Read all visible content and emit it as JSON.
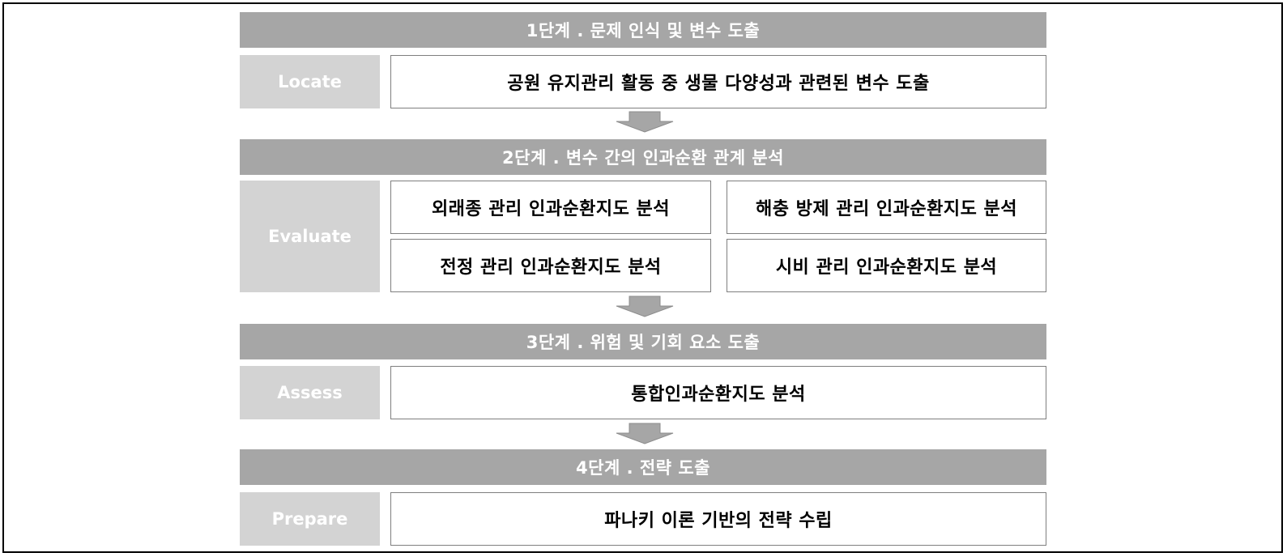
{
  "stages": [
    {
      "header": "1단계 . 문제 인식 및 변수 도출",
      "label": "Locate",
      "boxes": [
        "공원 유지관리 활동 중 생물 다양성과 관련된 변수 도출"
      ]
    },
    {
      "header": "2단계 . 변수 간의 인과순환 관계 분석",
      "label": "Evaluate",
      "boxes": [
        "외래종 관리 인과순환지도 분석",
        "해충 방제 관리 인과순환지도 분석",
        "전정 관리 인과순환지도 분석",
        "시비 관리 인과순환지도 분석"
      ]
    },
    {
      "header": "3단계 . 위험 및 기회 요소 도출",
      "label": "Assess",
      "boxes": [
        "통합인과순환지도 분석"
      ]
    },
    {
      "header": "4단계 . 전략 도출",
      "label": "Prepare",
      "boxes": [
        "파나키 이론 기반의 전략 수립"
      ]
    }
  ],
  "colors": {
    "header_bg": "#a6a6a6",
    "label_bg": "#d3d3d3",
    "arrow": "#a6a6a6",
    "box_border": "#7f7f7f"
  }
}
